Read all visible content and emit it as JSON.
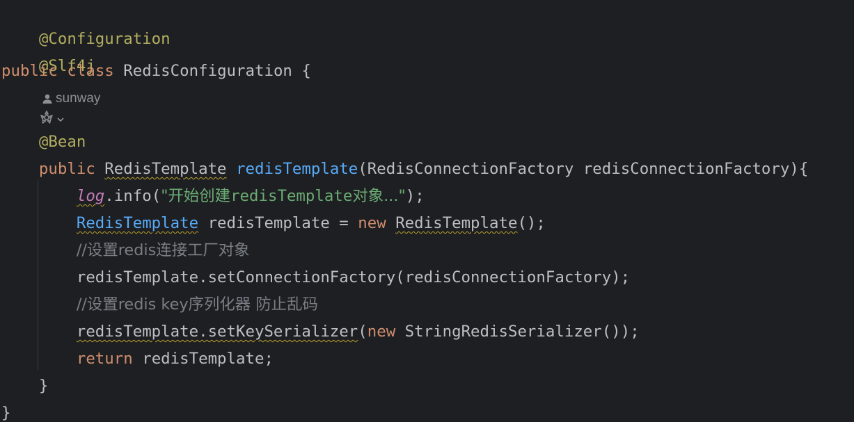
{
  "code": {
    "l1": "@Configuration",
    "l2": "@Slf4j",
    "l3_kw1": "public",
    "l3_kw2": "class",
    "l3_name": "RedisConfiguration",
    "l3_brace": "{",
    "author": "sunway",
    "l5_ann": "@Bean",
    "l6_kw": "public",
    "l6_type": "RedisTemplate",
    "l6_method": "redisTemplate",
    "l6_params": "(RedisConnectionFactory redisConnectionFactory){",
    "l7_log": "log",
    "l7_call": ".info(",
    "l7_str_open": "\"开始创建",
    "l7_str_mid": "redisTemplate",
    "l7_str_end": "对象...\"",
    "l7_close": ");",
    "l8_type": "RedisTemplate",
    "l8_mid": " redisTemplate = ",
    "l8_new": "new",
    "l8_ctor": "RedisTemplate",
    "l8_end": "();",
    "l9_cmt": "//设置redis连接工厂对象",
    "l10": "redisTemplate.setConnectionFactory(redisConnectionFactory);",
    "l11_cmt": "//设置redis key序列化器 防止乱码",
    "l12_call": "redisTemplate.setKeySerializer",
    "l12_paren": "(",
    "l12_new": "new",
    "l12_rest": " StringRedisSerializer());",
    "l13_kw": "return",
    "l13_rest": " redisTemplate;",
    "l14": "}",
    "l15": "}"
  },
  "icons": {
    "author": "person-icon",
    "bean": "spring-bean-gutter-icon",
    "dropdown": "chevron-down-icon"
  },
  "colors": {
    "background": "#1e1f22",
    "annotation": "#b3ae60",
    "keyword": "#cf8e6d",
    "method": "#57aaf7",
    "string": "#6aab73",
    "comment": "#7a7e85",
    "field": "#c77dbb",
    "text": "#bcbec4"
  }
}
